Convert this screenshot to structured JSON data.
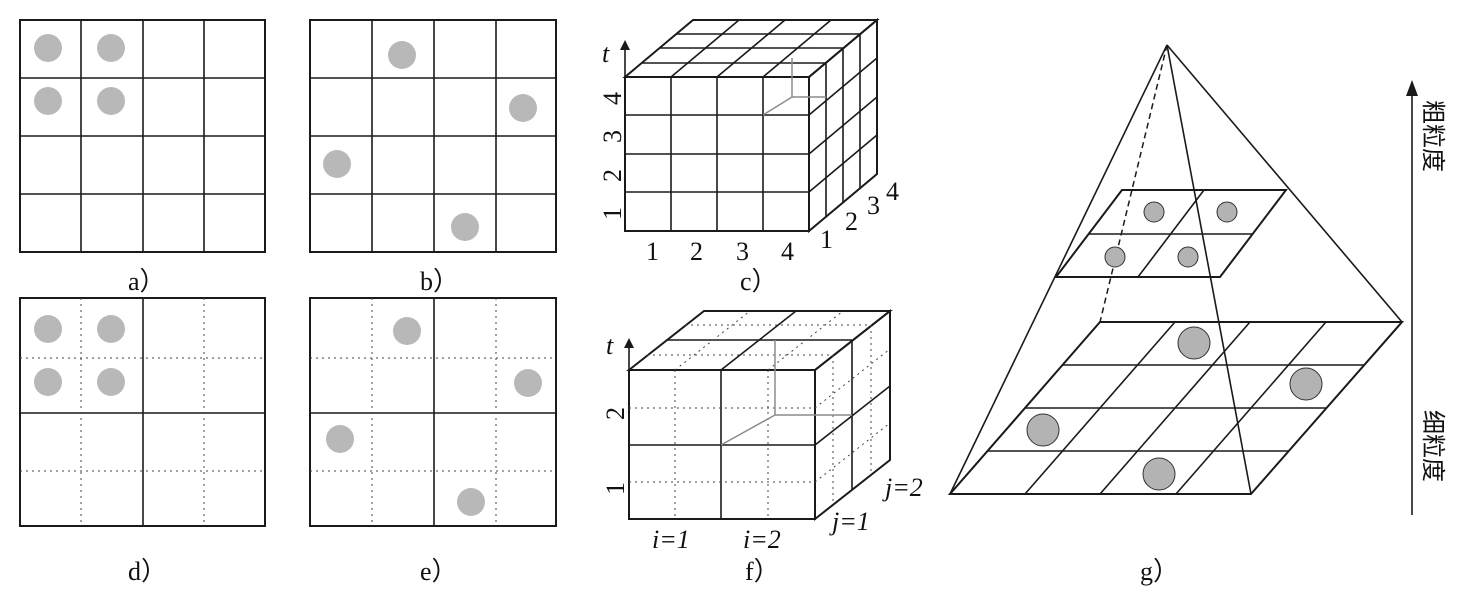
{
  "panels": {
    "a": {
      "caption": "a）"
    },
    "b": {
      "caption": "b）"
    },
    "c": {
      "caption": "c）",
      "axis_t": "t",
      "x_ticks": [
        "1",
        "2",
        "3",
        "4"
      ],
      "t_ticks": [
        "1",
        "2",
        "3",
        "4"
      ],
      "depth_ticks": [
        "1",
        "2",
        "3",
        "4"
      ]
    },
    "d": {
      "caption": "d）"
    },
    "e": {
      "caption": "e）"
    },
    "f": {
      "caption": "f）",
      "axis_t": "t",
      "t_ticks": [
        "1",
        "2"
      ],
      "x_ticks": [
        "i=1",
        "i=2"
      ],
      "depth_ticks": [
        "j=1",
        "j=2"
      ]
    },
    "g": {
      "caption": "g）",
      "coarse_label": "粗粒度",
      "fine_label": "细粒度"
    }
  },
  "colors": {
    "dot": "#b8b8b8",
    "line": "#1a1a1a"
  }
}
